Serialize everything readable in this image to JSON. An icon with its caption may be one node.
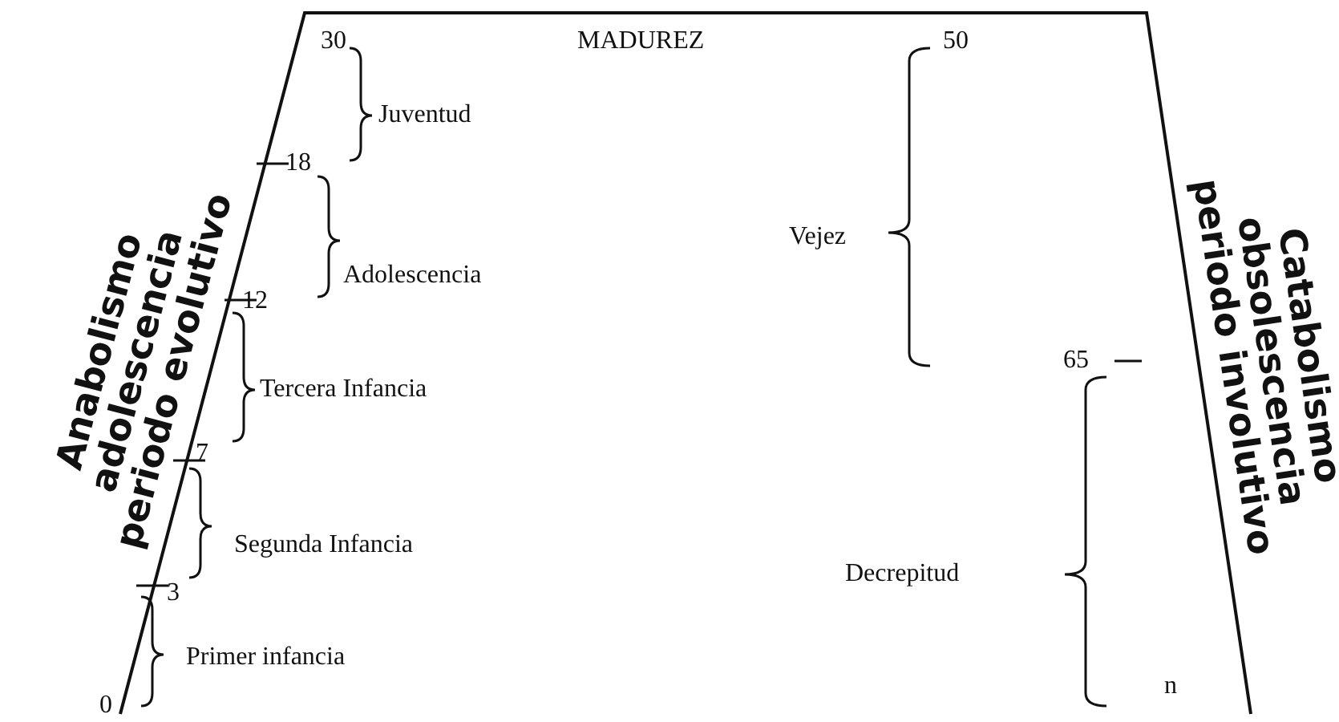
{
  "diagram": {
    "labels": [
      "30",
      "MADUREZ",
      "50",
      "Juventud",
      "18",
      "Adolescencia",
      "Vejez",
      "12",
      "Tercera Infancia",
      "65",
      "7",
      "Segunda Infancia",
      "3",
      "Decrepitud",
      "Primer infancia",
      "0",
      "n",
      "Anabolismo",
      "adolescencia",
      "periodo evolutivo",
      "Catabolismo",
      "obsolescencia",
      "periodo involutivo"
    ]
  }
}
